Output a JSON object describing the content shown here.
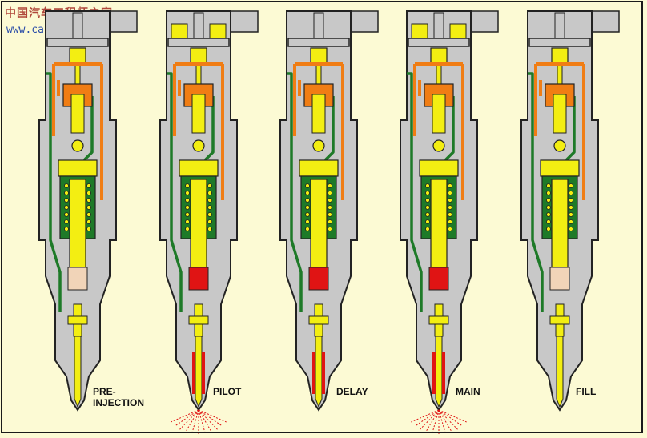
{
  "watermark": {
    "site_name": "中国汽车工程师之家",
    "url": "www.cartech8.com"
  },
  "stages": [
    {
      "label": "PRE-\nINJECTION",
      "spray": false,
      "control_valve_open": false,
      "high_pressure_fill": false
    },
    {
      "label": "PILOT",
      "spray": true,
      "control_valve_open": true,
      "high_pressure_fill": true
    },
    {
      "label": "DELAY",
      "spray": false,
      "control_valve_open": false,
      "high_pressure_fill": true
    },
    {
      "label": "MAIN",
      "spray": true,
      "control_valve_open": true,
      "high_pressure_fill": true
    },
    {
      "label": "FILL",
      "spray": false,
      "control_valve_open": false,
      "high_pressure_fill": false
    }
  ],
  "colors": {
    "background": "#fcfad4",
    "body": "#c8c8c8",
    "outline": "#222222",
    "fuel_supply": "#f07d14",
    "leak_off": "#1e7a28",
    "high_pressure": "#e01414",
    "component": "#f3ee12",
    "seal": "#f1d4b8"
  }
}
